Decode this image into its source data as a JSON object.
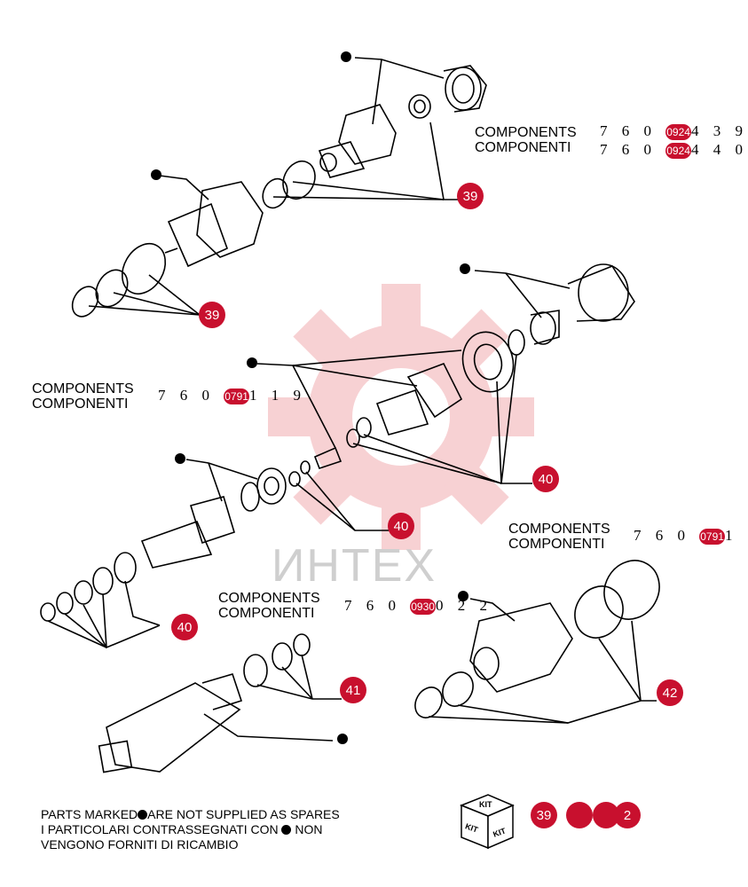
{
  "watermark": {
    "text": "ИНТЕХ"
  },
  "components": [
    {
      "line1": "COMPONENTS",
      "line2": "COMPONENTI",
      "code1_pre": "7 6 0 ",
      "code1_hl": "0924",
      "code1_post": "4 3 9",
      "code2_pre": "7 6 0 ",
      "code2_hl": "0924",
      "code2_post": "4 4 0"
    },
    {
      "line1": "COMPONENTS",
      "line2": "COMPONENTI",
      "code_pre": "7 6 0 ",
      "code_hl": "0791",
      "code_post": "1 1 9"
    },
    {
      "line1": "COMPONENTS",
      "line2": "COMPONENTI",
      "code_pre": "7 6 0 ",
      "code_hl": "0791",
      "code_post": "1"
    },
    {
      "line1": "COMPONENTS",
      "line2": "COMPONENTI",
      "code_pre": "7 6 0 ",
      "code_hl": "0930",
      "code_post": "0 2 2"
    }
  ],
  "callouts": [
    "39",
    "39",
    "40",
    "40",
    "40",
    "41",
    "42"
  ],
  "kit": {
    "label": "KIT",
    "callouts": [
      "39",
      "",
      "",
      "2"
    ]
  },
  "notes": {
    "line1_pre": "PARTS MARKED",
    "line1_post": "ARE NOT SUPPLIED AS SPARES",
    "line2_pre": "I PARTICOLARI  CONTRASSEGNATI  CON",
    "line2_post": "NON",
    "line3": "VENGONO FORNITI DI RICAMBIO"
  },
  "colors": {
    "accent": "#c8102e",
    "line": "#000000",
    "watermark": "#f2b8bc"
  }
}
